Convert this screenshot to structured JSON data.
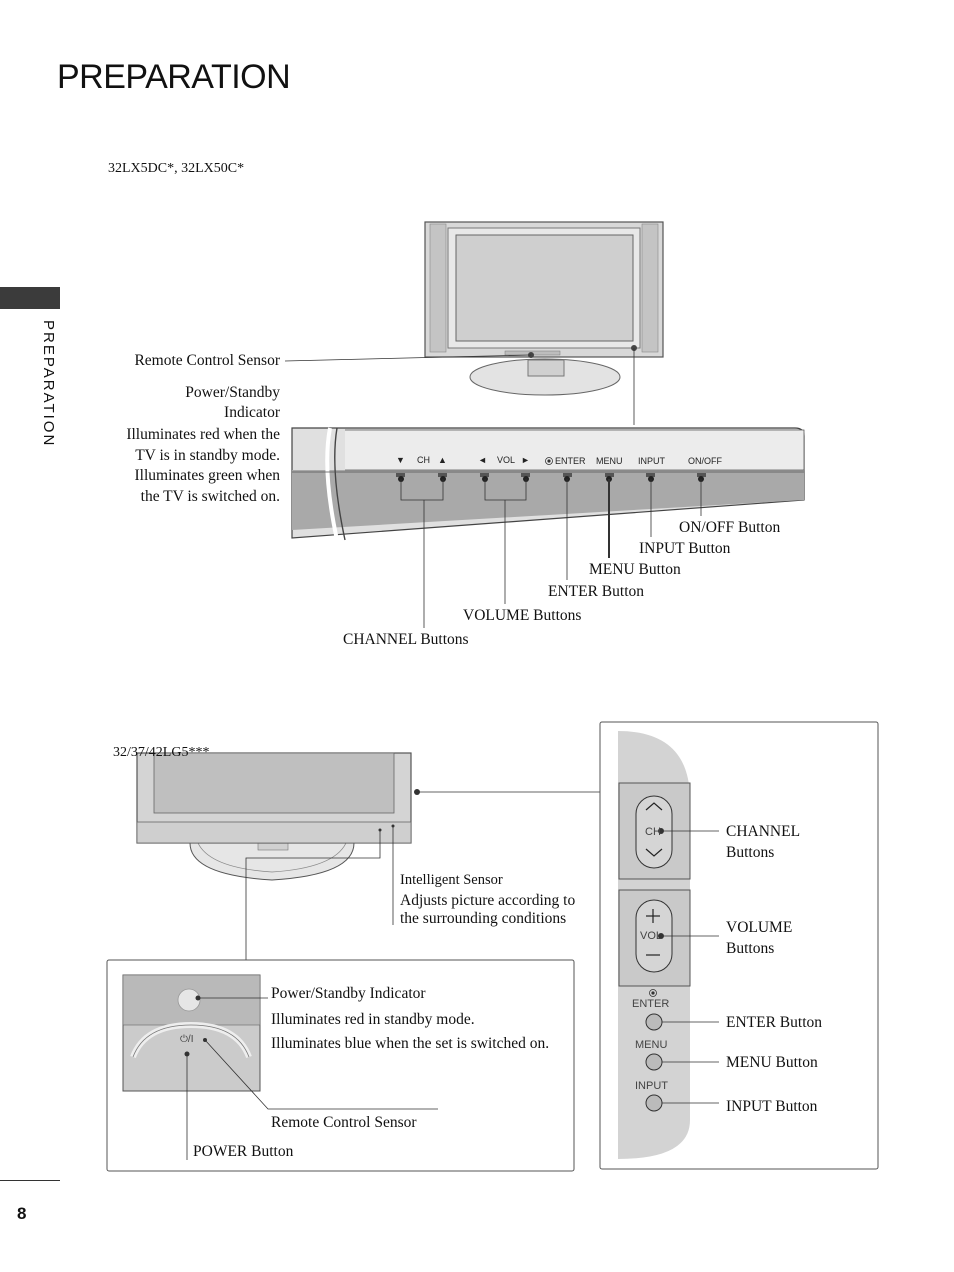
{
  "page": {
    "title": "PREPARATION",
    "side_tab": "PREPARATION",
    "page_number": "8"
  },
  "section1": {
    "model": "32LX5DC*, 32LX50C*",
    "labels": {
      "remote_sensor": "Remote Control Sensor",
      "power_indicator_title_1": "Power/Standby",
      "power_indicator_title_2": "Indicator",
      "power_indicator_desc": [
        "Illuminates red when the",
        "TV is in standby mode.",
        "Illuminates green when",
        "the TV is switched on."
      ],
      "onoff": "ON/OFF Button",
      "input": "INPUT Button",
      "menu": "MENU Button",
      "enter": "ENTER Button",
      "volume": "VOLUME Buttons",
      "channel": "CHANNEL Buttons"
    },
    "panel": {
      "ch_down": "▼",
      "ch": "CH",
      "ch_up": "▲",
      "vol_left": "◄",
      "vol": "VOL",
      "vol_right": "►",
      "enter": "ENTER",
      "menu": "MENU",
      "input": "INPUT",
      "onoff": "ON/OFF"
    }
  },
  "section2": {
    "model": "32/37/42LG5***",
    "labels": {
      "intelligent_sensor": "Intelligent Sensor",
      "intelligent_desc": [
        "Adjusts picture according to",
        "the surrounding conditions"
      ],
      "power_indicator": "Power/Standby Indicator",
      "power_desc": [
        "Illuminates red in standby mode.",
        "Illuminates blue when the set is switched on."
      ],
      "remote_sensor": "Remote Control Sensor",
      "power_button": "POWER Button",
      "power_symbol": "⏻/I",
      "channel_1": "CHANNEL",
      "channel_2": "Buttons",
      "volume_1": "VOLUME",
      "volume_2": "Buttons",
      "enter": "ENTER Button",
      "menu": "MENU Button",
      "input": "INPUT Button"
    },
    "side_panel": {
      "ch": "CH",
      "vol": "VOL",
      "enter": "ENTER",
      "menu": "MENU",
      "input": "INPUT"
    }
  }
}
